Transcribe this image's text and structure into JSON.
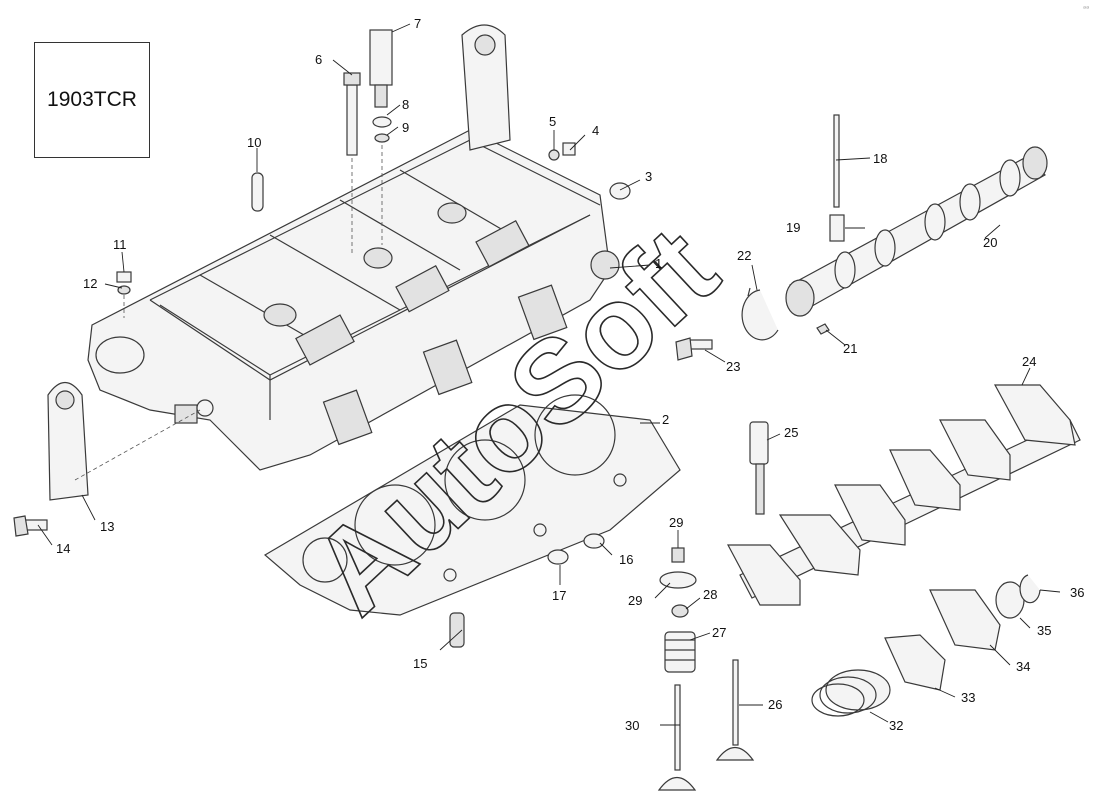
{
  "model_label": "1903TCR",
  "watermark": "AutoSoft",
  "corner_mark": "ᵃᵃ",
  "callouts": [
    "1",
    "2",
    "3",
    "4",
    "5",
    "6",
    "7",
    "8",
    "9",
    "10",
    "11",
    "12",
    "13",
    "14",
    "15",
    "16",
    "17",
    "18",
    "19",
    "20",
    "21",
    "22",
    "23",
    "24",
    "25",
    "26",
    "27",
    "28",
    "29",
    "29",
    "30",
    "32",
    "33",
    "34",
    "35",
    "36"
  ]
}
